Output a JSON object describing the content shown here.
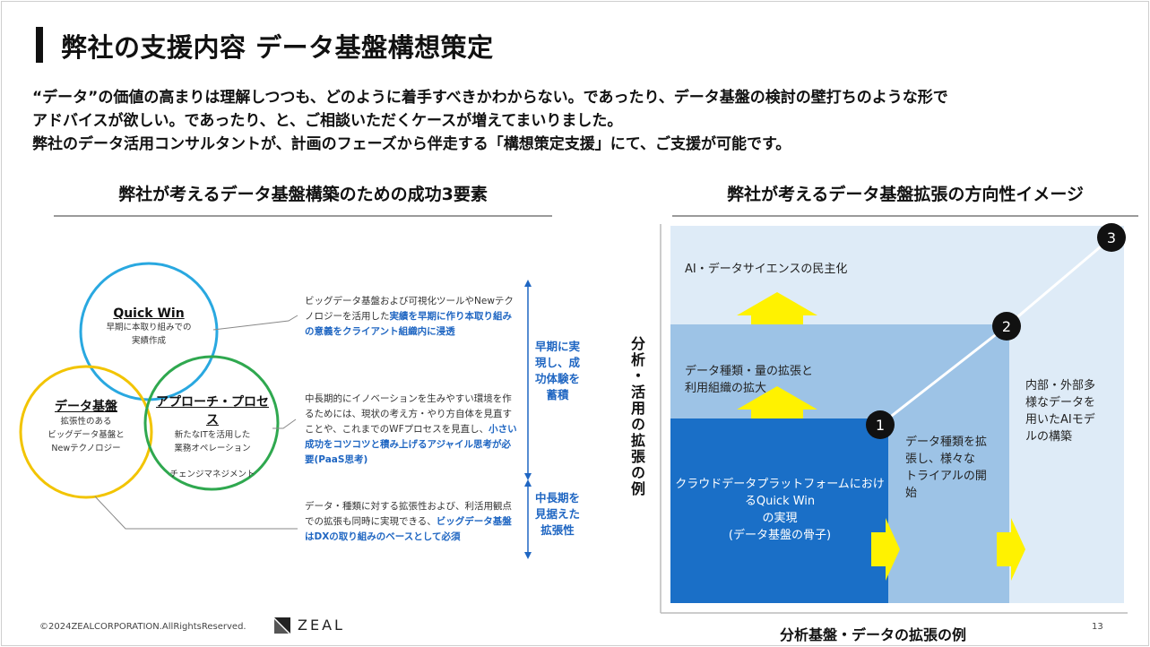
{
  "slide": {
    "title": "弊社の支援内容 データ基盤構想策定",
    "intro": [
      "“データ”の価値の高まりは理解しつつも、どのように着手すべきかわからない。であったり、データ基盤の検討の壁打ちのような形で",
      "アドバイスが欲しい。であったり、と、ご相談いただくケースが増えてまいりました。",
      "弊社のデータ活用コンサルタントが、計画のフェーズから伴走する「構想策定支援」にて、ご支援が可能です。"
    ]
  },
  "left": {
    "heading": "弊社が考えるデータ基盤構築のための成功3要素",
    "circles": {
      "quickwin": {
        "title": "Quick Win",
        "sub1": "早期に本取り組みでの",
        "sub2": "実績作成"
      },
      "data": {
        "title": "データ基盤",
        "sub1": "拡張性のある",
        "sub2": "ビッグデータ基盤と",
        "sub3": "Newテクノロジー"
      },
      "approach": {
        "title": "アプローチ・プロセス",
        "sub1": "新たなITを活用した",
        "sub2": "業務オペレーション",
        "sub3": "チェンジマネジメント"
      }
    },
    "desc1": {
      "a": "ビッグデータ基盤および可視化ツールやNewテクノロジー",
      "b": "を活用した",
      "hl": "実績を早期に作り本取り組みの意義をクライアント組織内に浸透"
    },
    "desc2": {
      "a": "中長期的にイノベーションを生みやすい環境を作るためには、現状の考え方・やり方自体を見直すことや、これまでのWFプロセスを見直し、",
      "hl": "小さい成功をコツコツと積み上げるアジャイル思考が必要(PaaS思考)"
    },
    "desc3": {
      "a": "データ・種類に対する拡張性および、利活用観点での拡張も同時に実現できる、",
      "hl": "ビッグデータ基盤はDXの取り組みのベースとして必須"
    },
    "side1": "早期に実現し、成功体験を蓄積",
    "side2": "中長期を見据えた拡張性",
    "colors": {
      "quickwin": "#29a8e0",
      "data": "#f2c400",
      "approach": "#2fa84f",
      "accent": "#1f66c2"
    }
  },
  "right": {
    "heading": "弊社が考えるデータ基盤拡張の方向性イメージ",
    "y_axis": "分析・活用の拡張の例",
    "x_axis": "分析基盤・データの拡張の例",
    "zone_top": "AI・データサイエンスの民主化",
    "zone_mid_1": "データ種類・量の拡張と",
    "zone_mid_2": "利用組織の拡大",
    "zone_base": [
      "クラウドデータプラットフォームにおけ",
      "るQuick Win",
      "の実現",
      "(データ基盤の骨子)"
    ],
    "zone_mid_right": [
      "データ種類を拡",
      "張し、様々な",
      "トライアルの開",
      "始"
    ],
    "zone_far_right": [
      "内部・外部多",
      "様なデータを",
      "用いたAIモデ",
      "ルの構築"
    ],
    "steps": [
      "1",
      "2",
      "3"
    ],
    "colors": {
      "dark": "#1a6fc7",
      "mid": "#9dc3e6",
      "light": "#deebf7",
      "arrow": "#fff200"
    }
  },
  "footer": {
    "copyright": "©2024ZEALCORPORATION.AllRightsReserved.",
    "logo": "ZEAL",
    "page": "13"
  }
}
